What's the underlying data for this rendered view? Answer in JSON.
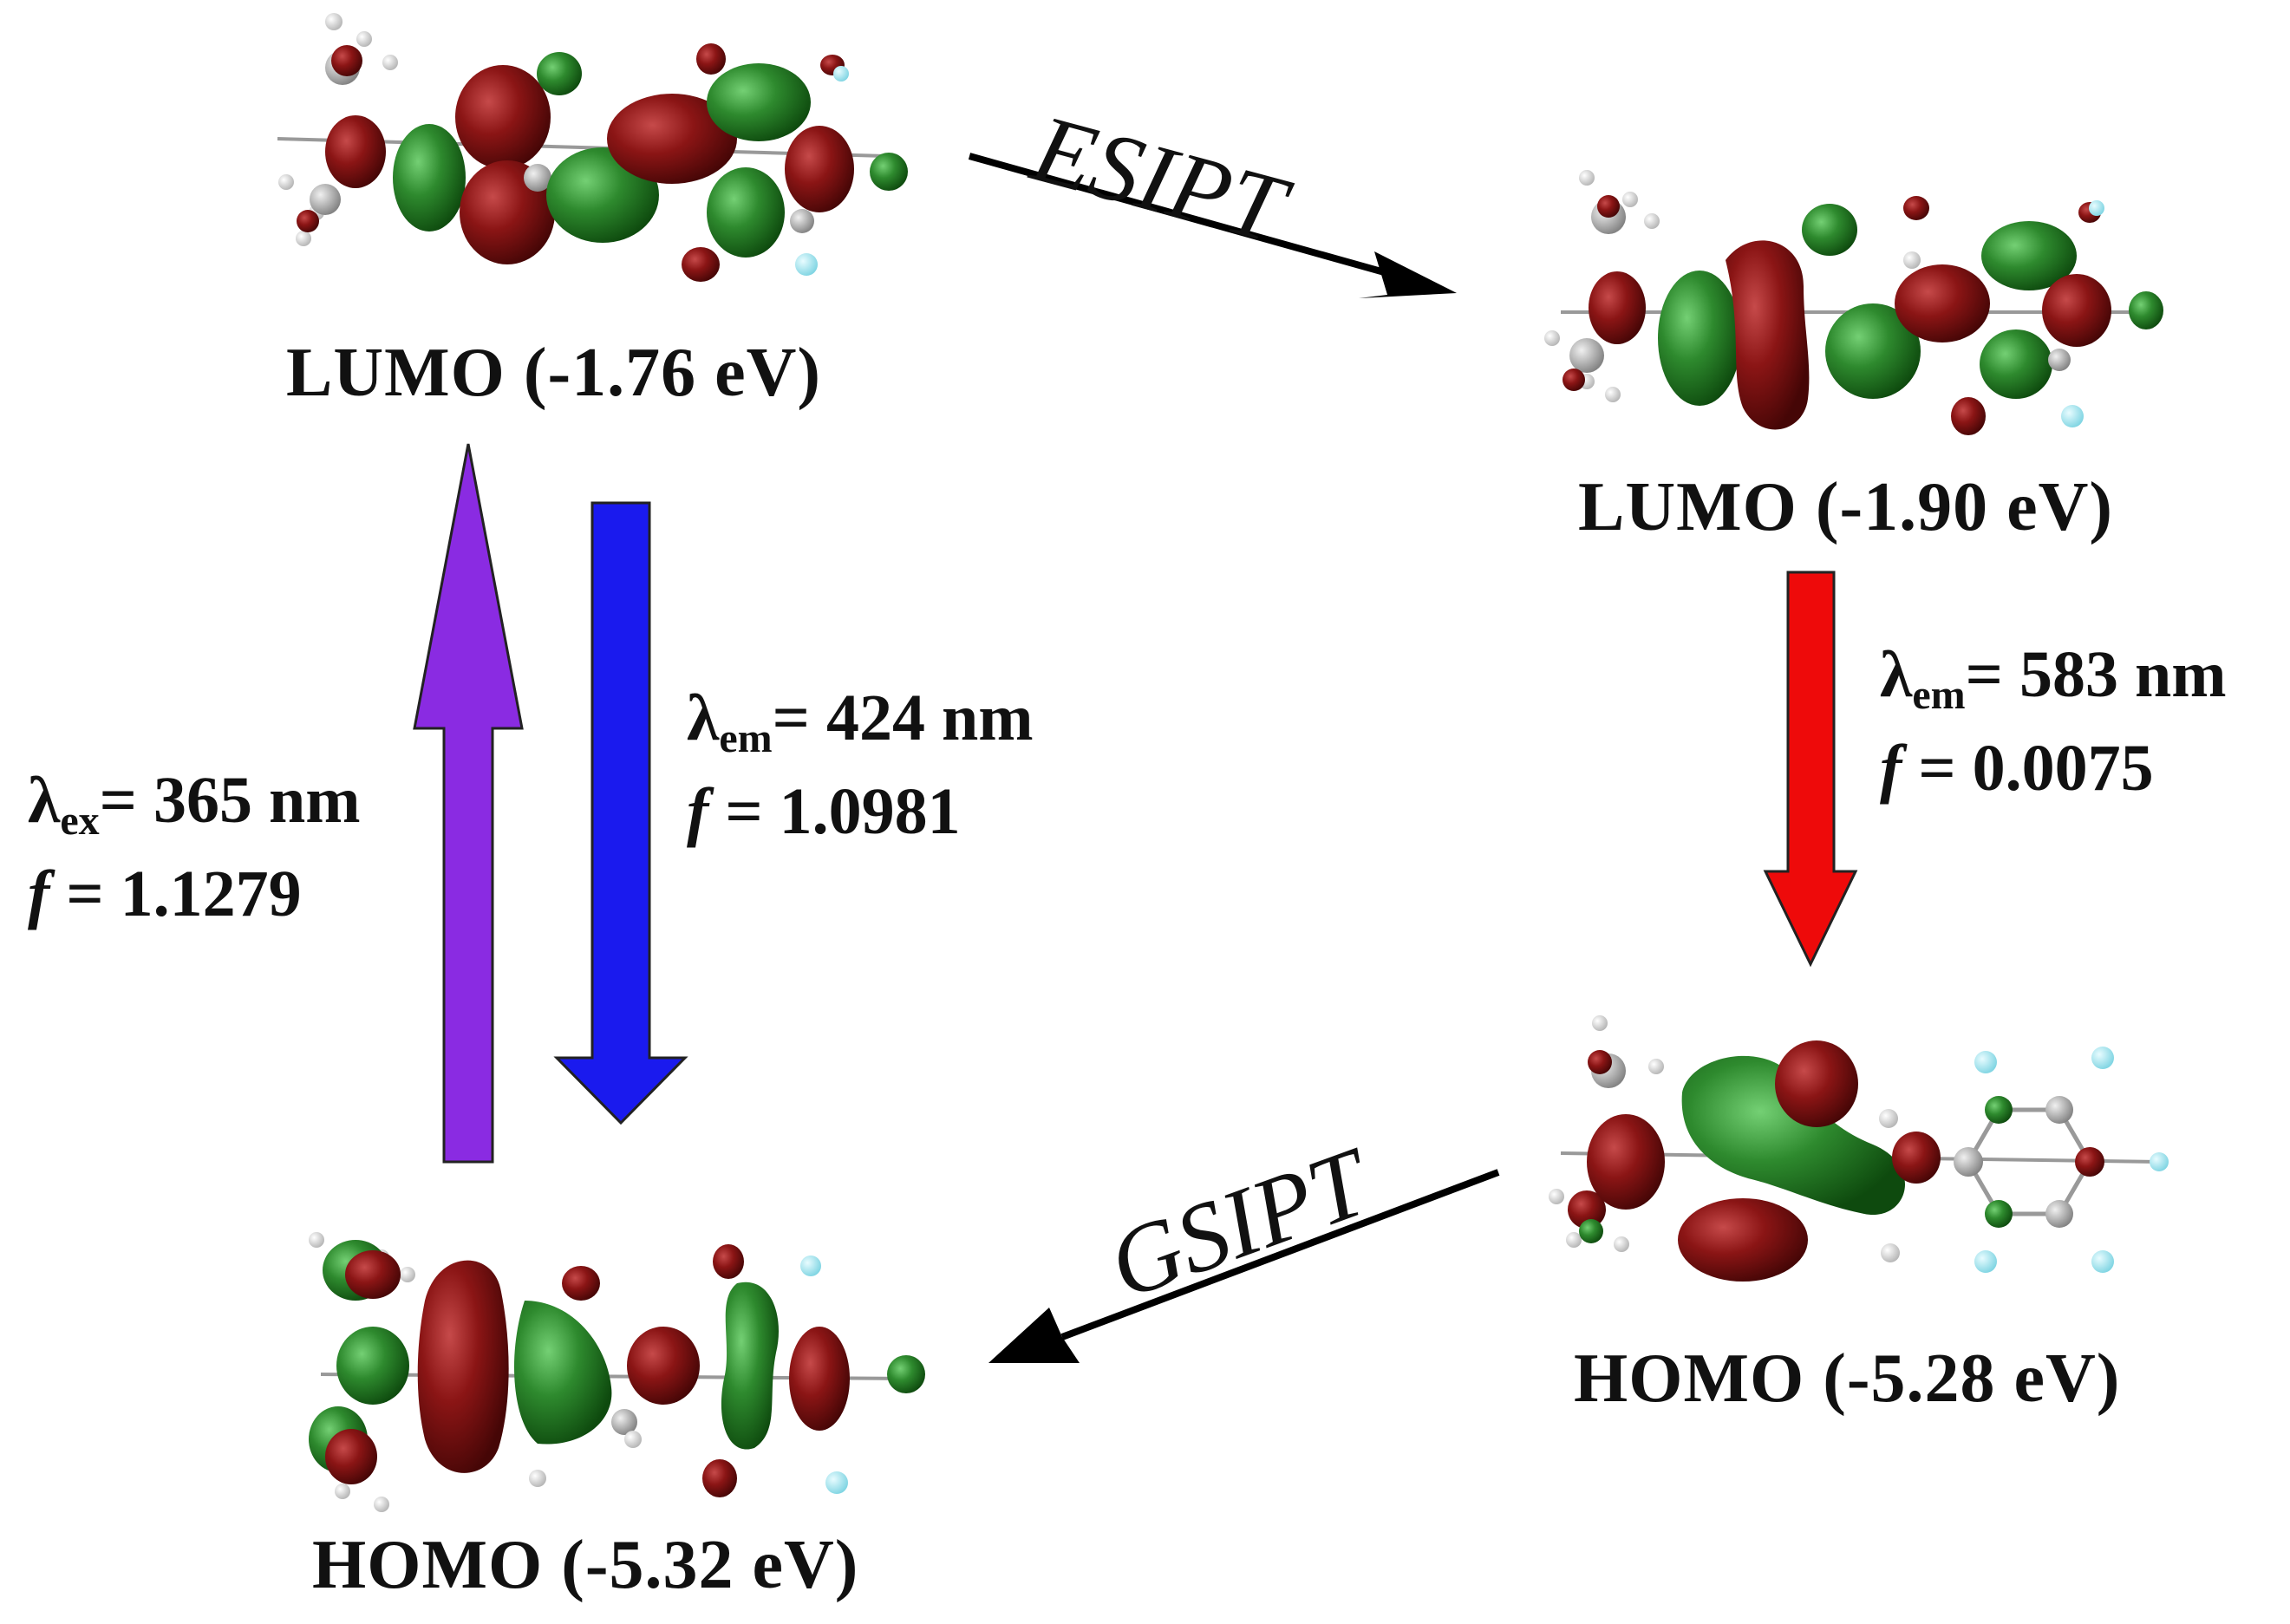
{
  "orbitals": {
    "lumo_left": "LUMO (-1.76 eV)",
    "lumo_right": "LUMO (-1.90 eV)",
    "homo_right": "HOMO (-5.28 eV)",
    "homo_left": "HOMO (-5.32 eV)"
  },
  "processes": {
    "esipt": "ESIPT",
    "gsipt": "GSIPT"
  },
  "transitions": {
    "excitation": {
      "lambda_symbol": "λ",
      "lambda_sub": "ex",
      "lambda_value": "= 365 nm",
      "f_symbol": "f",
      "f_value": "= 1.1279",
      "color": "#8a2be2"
    },
    "emission_normal": {
      "lambda_symbol": "λ",
      "lambda_sub": "em",
      "lambda_value": "= 424 nm",
      "f_symbol": "f",
      "f_value": "= 1.0981",
      "color": "#1a1aee"
    },
    "emission_tautomer": {
      "lambda_symbol": "λ",
      "lambda_sub": "em",
      "lambda_value": "= 583 nm",
      "f_symbol": "f",
      "f_value": "= 0.0075",
      "color": "#ee0a0a"
    }
  },
  "lobe_colors": {
    "positive": "#2e8a2e",
    "negative": "#8b1515",
    "hydrogen": "#e6e6e6",
    "fluorine": "#a8ecf4",
    "carbon": "#a0a0a0"
  }
}
